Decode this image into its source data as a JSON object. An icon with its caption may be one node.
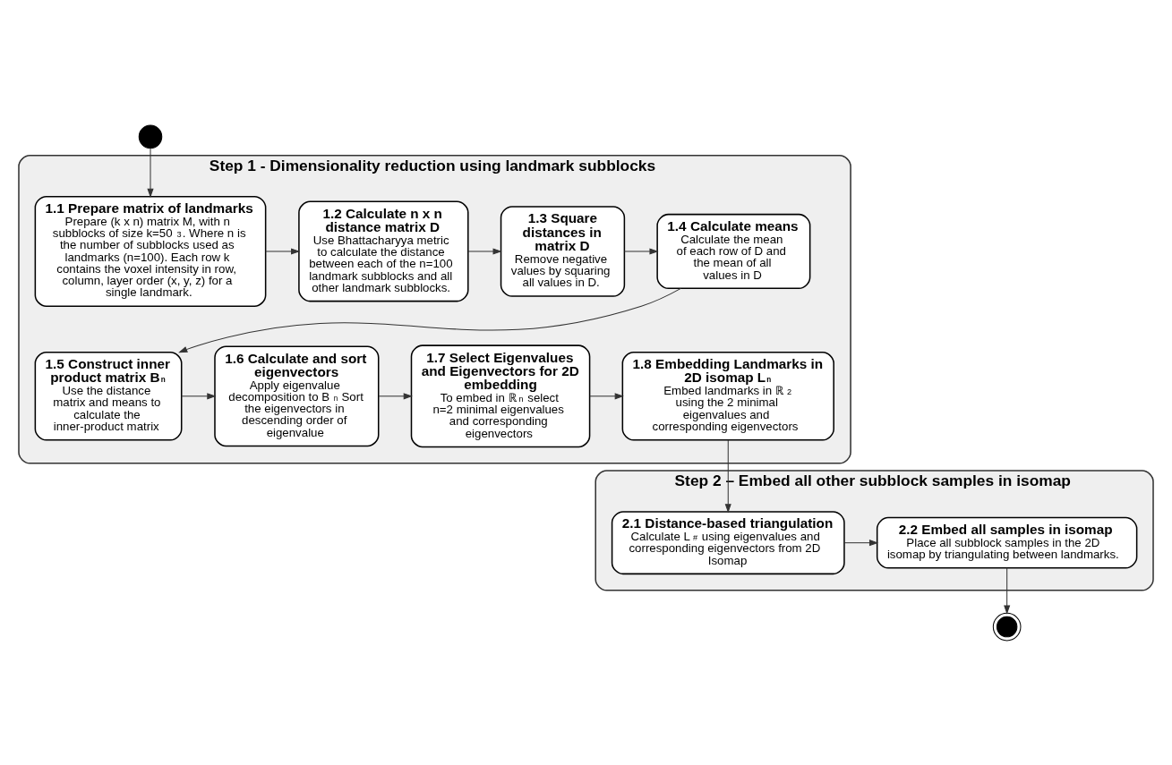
{
  "diagram": {
    "nodes": [
      {
        "text": [],
        "shape": "circle"
      },
      {
        "text": [
          "Step 1 - Dimensionality reduction using landmark subblocks"
        ]
      },
      {
        "text": [
          "1.1 Prepare matrix of landmarks",
          "Prepare (k x n) matrix M, with n subblocks of size k=50$^{3}$. Where n is the number of subblocks used as landmarks (n=100). Each row k contains the voxel intensity in row, column, layer order (x, y, z) for a single landmark."
        ],
        "in": 1
      },
      {
        "text": [
          "1.2 Calculate n x n distance matrix D",
          "Use Bhattacharyya metric to calculate the distance between each of the n=100 landmark subblocks and all other landmark subblocks."
        ],
        "in": 1
      },
      {
        "text": [
          "1.3 Square distances in matrix D",
          "Remove negative values by squaring all values in D."
        ],
        "in": 1
      },
      {
        "text": [
          "1.4 Calculate means",
          "Calculate the mean of each row of D and the mean of all values in D"
        ],
        "in": 1
      },
      {
        "text": [
          "1.5 Construct inner product matrix B$_{n}$",
          "Use the distance matrix and means to calculate the inner-product matrix"
        ],
        "in": 1
      },
      {
        "text": [
          "1.6 Calculate and sort eigenvectors",
          "Apply eigenvalue decomposition to B$_{n}$ Sort the eigenvectors in descending order of eigenvalue"
        ],
        "in": 1
      },
      {
        "text": [
          "1.7 Select Eigenvalues and Eigenvectors for 2D embedding",
          "To embed in ℝ$^{n}$ select n=2 minimal eigenvalues and corresponding eigenvectors"
        ],
        "in": 1
      },
      {
        "text": [
          "1.8 Embedding Landmarks in 2D isomap L$_{n}$",
          "Embed landmarks in ℝ$^{2}$ using the 2 minimal eigenvalues and corresponding eigenvectors"
        ],
        "in": 1
      },
      {
        "text": [
          "Step 2 – Embed all other subblock samples in isomap"
        ]
      },
      {
        "text": [
          "2.1 Distance-based triangulation",
          "Calculate L$^{#}$ using eigenvalues and corresponding eigenvectors from 2D Isomap"
        ],
        "in": 10
      },
      {
        "text": [
          "2.2 Embed all samples in isomap",
          "Place all subblock samples in the 2D isomap by triangulating between landmarks."
        ],
        "in": 10
      },
      {
        "text": [],
        "shape": "bullseye"
      }
    ],
    "edges": [
      {
        "from": 0,
        "to": 2,
        "arrow": "to"
      },
      {
        "from": 2,
        "to": 3,
        "arrow": "to"
      },
      {
        "from": 3,
        "to": 4,
        "arrow": "to"
      },
      {
        "from": 4,
        "to": 5,
        "arrow": "to"
      },
      {
        "from": 5,
        "to": 6,
        "arrow": "to"
      },
      {
        "from": 6,
        "to": 7,
        "arrow": "to"
      },
      {
        "from": 7,
        "to": 8,
        "arrow": "to"
      },
      {
        "from": 8,
        "to": 9,
        "arrow": "to"
      },
      {
        "from": 9,
        "to": 11,
        "arrow": "to"
      },
      {
        "from": 11,
        "to": 12,
        "arrow": "to"
      },
      {
        "from": 12,
        "to": 13,
        "arrow": "to"
      }
    ]
  }
}
